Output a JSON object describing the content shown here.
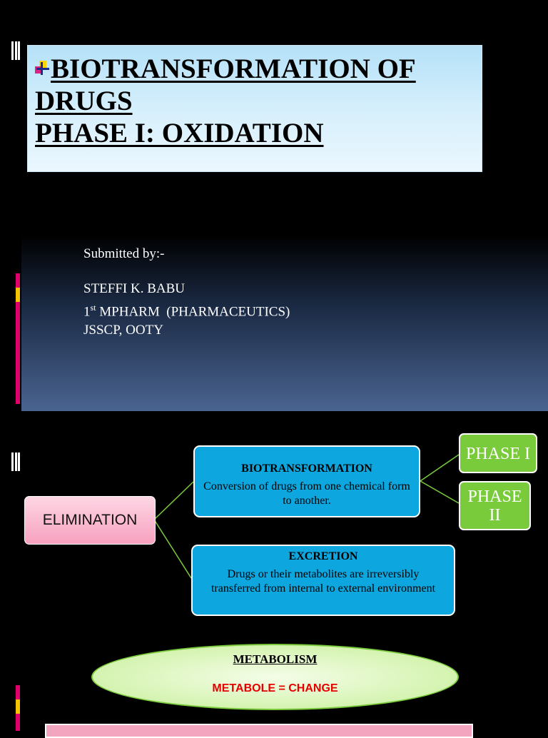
{
  "slide1": {
    "title_lines": [
      "BIOTRANSFORMATION OF",
      "DRUGS",
      "PHASE I: OXIDATION"
    ],
    "submitted_label": "Submitted by:-",
    "author_name": "STEFFI K. BABU",
    "course_prefix": "1",
    "course_superscript": "st",
    "course_rest": " MPHARM  (PHARMACEUTICS)",
    "institution": "JSSCP, OOTY"
  },
  "slide2": {
    "elimination": "ELIMINATION",
    "biotransformation": {
      "title": "BIOTRANSFORMATION",
      "body": "Conversion of drugs from one chemical form to another."
    },
    "excretion": {
      "title": "EXCRETION",
      "body": "Drugs or their metabolites are irreversibly transferred from internal to external environment"
    },
    "phase1": "PHASE I",
    "phase2_line1": "PHASE",
    "phase2_line2": "II",
    "metabolism_title": "METABOLISM",
    "metabolism_eq": "METABOLE = CHANGE"
  },
  "colors": {
    "node_blue": "#0da6de",
    "node_green": "#7acb3c",
    "node_pink": "#f7a1bf",
    "accent_red": "#e60000",
    "accent_magenta": "#e0006c",
    "accent_yellow": "#f5c400"
  },
  "icons": {
    "title_bullet": "colored-cross-bullet-icon",
    "slide_marker": "vertical-bars-icon"
  }
}
